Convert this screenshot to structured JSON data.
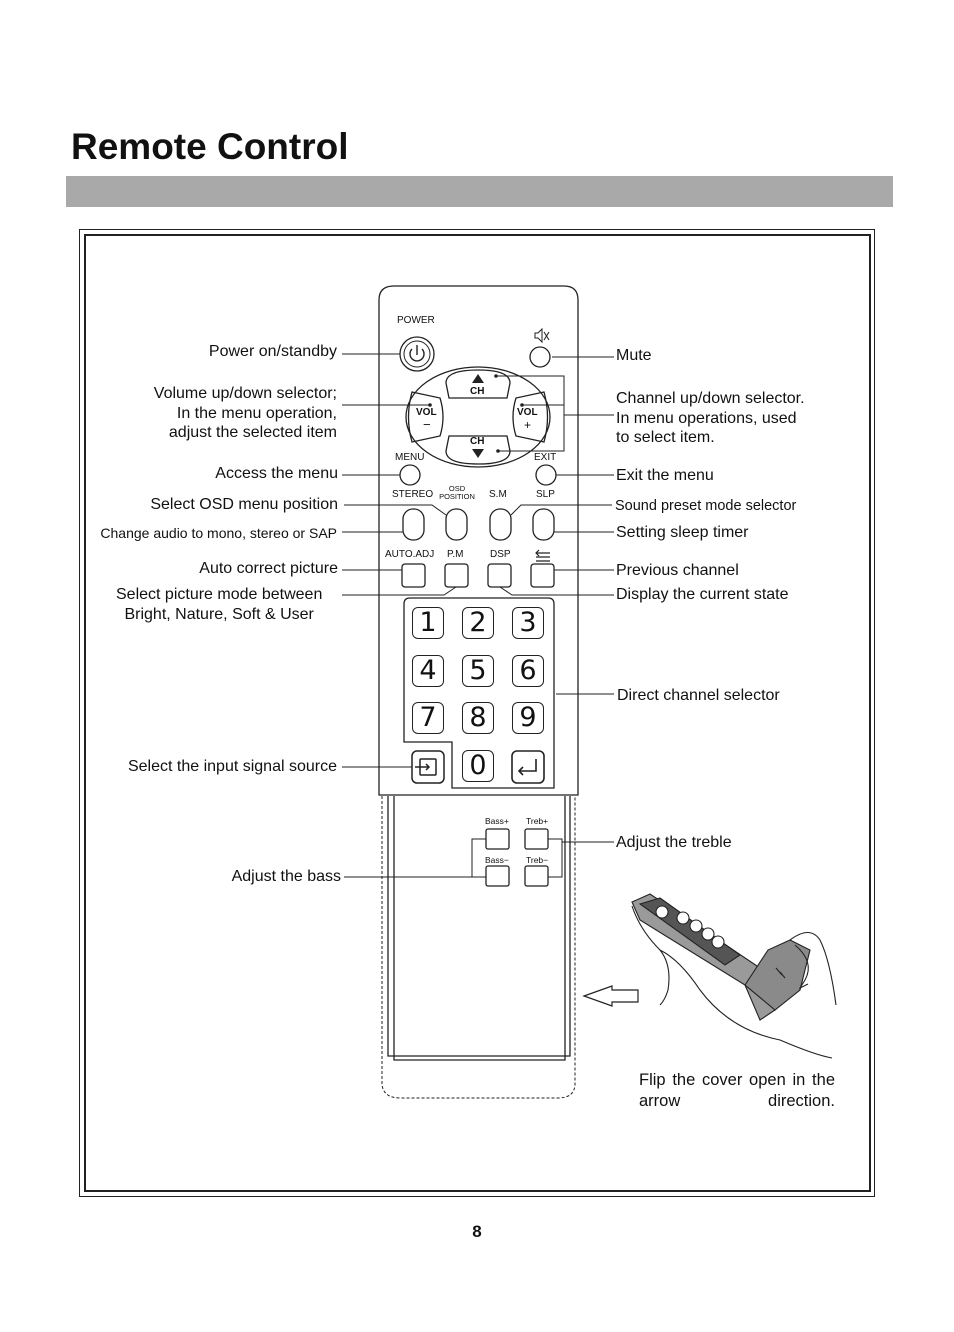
{
  "title": "Remote Control",
  "page_number": "8",
  "callouts": {
    "power": "Power on/standby",
    "volume_1": "Volume up/down selector;",
    "volume_2": "In the menu operation,",
    "volume_3": "adjust the selected item",
    "menu": "Access the menu",
    "osd": "Select OSD menu position",
    "stereo": "Change audio to mono, stereo or SAP",
    "auto": "Auto correct picture",
    "pm_1": "Select picture mode between",
    "pm_2": "Bright, Nature, Soft & User",
    "input": "Select the input signal source",
    "bass": "Adjust the bass",
    "mute": "Mute",
    "channel_1": "Channel up/down selector.",
    "channel_2": "In menu operations, used",
    "channel_3": "to select item.",
    "exit": "Exit the menu",
    "sm": "Sound preset mode selector",
    "slp": "Setting sleep timer",
    "prev": "Previous channel",
    "dsp": "Display the current state",
    "direct": "Direct channel selector",
    "treble": "Adjust the treble",
    "flip": "Flip the cover open in the arrow direction."
  },
  "remote": {
    "power_label": "POWER",
    "ch_label": "CH",
    "vol_label": "VOL",
    "minus": "−",
    "plus": "+",
    "menu_label": "MENU",
    "exit_label": "EXIT",
    "stereo_label": "STEREO",
    "osd_label_1": "OSD",
    "osd_label_2": "POSITION",
    "sm_label": "S.M",
    "slp_label": "SLP",
    "auto_label": "AUTO.ADJ",
    "pm_label": "P.M",
    "dsp_label": "DSP",
    "digits": [
      "1",
      "2",
      "3",
      "4",
      "5",
      "6",
      "7",
      "8",
      "9",
      "0"
    ],
    "bass_plus": "Bass+",
    "treb_plus": "Treb+",
    "bass_minus": "Bass−",
    "treb_minus": "Treb−"
  },
  "icons": [
    "power-icon",
    "mute-icon",
    "previous-channel-icon",
    "input-source-icon",
    "enter-icon",
    "arrow-left-icon"
  ]
}
